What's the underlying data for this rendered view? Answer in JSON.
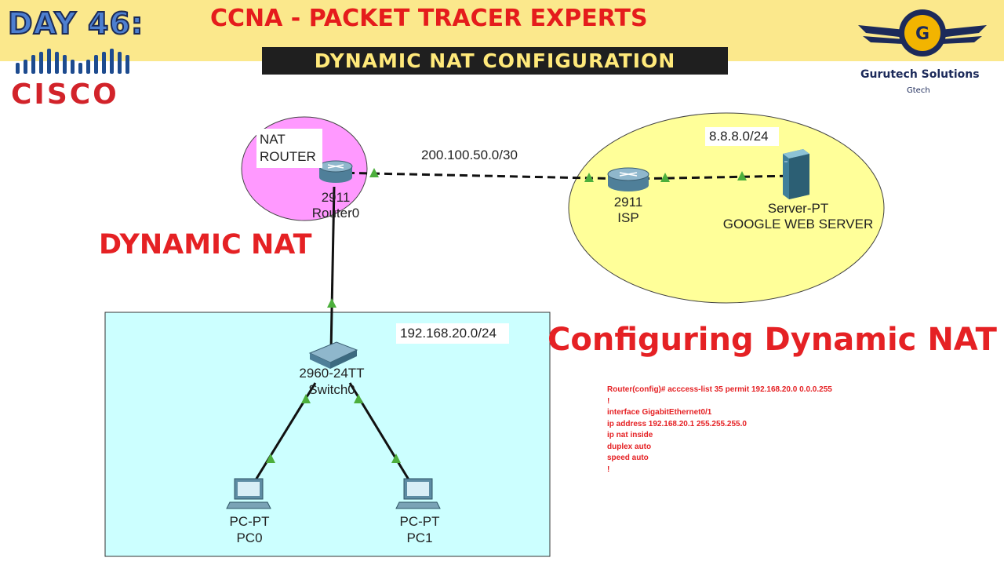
{
  "header": {
    "day": "DAY 46:",
    "title": "CCNA - PACKET TRACER EXPERTS",
    "subtitle": "DYNAMIC NAT CONFIGURATION",
    "cisco_wordmark": "CISCO",
    "brand_letter": "G",
    "brand_name": "Gurutech Solutions",
    "brand_tagline": "Gtech"
  },
  "colors": {
    "banner": "#fbe88c",
    "accent_red": "#e52124",
    "lan_area": "#ccffff",
    "nat_area": "#ff99ff",
    "isp_area": "#ffff99",
    "link_up": "#4caf3c"
  },
  "diagram": {
    "nat_area_label_line1": "NAT",
    "nat_area_label_line2": "ROUTER",
    "wan_subnet": "200.100.50.0/30",
    "server_subnet": "8.8.8.0/24",
    "lan_subnet": "192.168.20.0/24",
    "router0": {
      "model": "2911",
      "name": "Router0",
      "icon": "router-icon"
    },
    "isp": {
      "model": "2911",
      "name": "ISP",
      "icon": "router-icon"
    },
    "server": {
      "model": "Server-PT",
      "name": "GOOGLE WEB SERVER",
      "icon": "server-icon"
    },
    "switch": {
      "model": "2960-24TT",
      "name": "Switch0",
      "icon": "switch-icon"
    },
    "pc0": {
      "model": "PC-PT",
      "name": "PC0",
      "icon": "pc-icon"
    },
    "pc1": {
      "model": "PC-PT",
      "name": "PC1",
      "icon": "pc-icon"
    }
  },
  "overlay": {
    "dynamic_nat": "DYNAMIC NAT",
    "configuring_title": "Configuring Dynamic NAT"
  },
  "config_lines": [
    "Router(config)# acccess-list 35 permit 192.168.20.0 0.0.0.255",
    "!",
    "interface GigabitEthernet0/1",
    "ip address 192.168.20.1 255.255.255.0",
    "ip nat inside",
    "duplex auto",
    "speed auto",
    "!"
  ]
}
